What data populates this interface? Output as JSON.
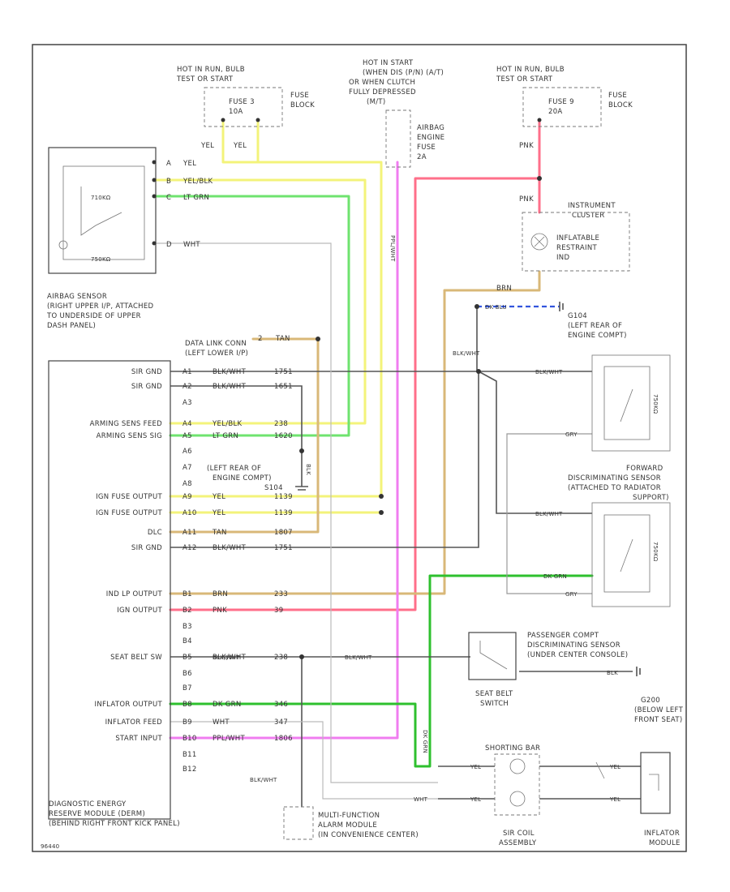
{
  "colors": {
    "yel": "#f3f37a",
    "lt_grn": "#6fe36f",
    "dk_grn": "#2ec02e",
    "pnk": "#ff6f8a",
    "tan": "#d9b878",
    "ppl_wht": "#f07df0",
    "dk_blu": "#3355dd",
    "blk_wht": "#555555",
    "gry": "#999999",
    "wht": "#bbbbbb"
  },
  "fuse_left": {
    "hot": "HOT IN RUN, BULB",
    "test": "TEST OR START",
    "fuse": "FUSE 3",
    "amps": "10A",
    "block1": "FUSE",
    "block2": "BLOCK"
  },
  "fuse_mid": {
    "l1": "HOT IN START",
    "l2": "(WHEN DIS (P/N) (A/T)",
    "l3": "OR WHEN CLUTCH",
    "l4": "FULLY DEPRESSED",
    "l5": "(M/T)",
    "f1": "AIRBAG",
    "f2": "ENGINE",
    "f3": "FUSE",
    "f4": "2A"
  },
  "fuse_right": {
    "hot": "HOT IN RUN, BULB",
    "test": "TEST OR START",
    "fuse": "FUSE 9",
    "amps": "20A",
    "block1": "FUSE",
    "block2": "BLOCK"
  },
  "wire_tags": {
    "yel1": "YEL",
    "yel2": "YEL",
    "pnk": "PNK",
    "pnk2": "PNK",
    "ppl": "PPL/WHT",
    "brn": "BRN",
    "tan": "TAN",
    "blk_wht": "BLK/WHT",
    "dk_blu": "DK BLU",
    "blk_wht2": "BLK/WHT"
  },
  "arming": {
    "p1": "A",
    "p1_wire": "YEL",
    "p2": "B",
    "p2_wire": "YEL/BLK",
    "p3": "C",
    "p3_wire": "LT GRN",
    "p4": "D",
    "p4_wire": "WHT",
    "r1": "710KΩ",
    "r2": "750KΩ",
    "d1": "AIRBAG SENSOR",
    "d2": "(RIGHT UPPER I/P, ATTACHED",
    "d3": "TO UNDERSIDE OF UPPER",
    "d4": "DASH PANEL)"
  },
  "cluster": {
    "t1": "INSTRUMENT",
    "t2": "CLUSTER",
    "l1": "INFLATABLE",
    "l2": "RESTRAINT",
    "l3": "IND"
  },
  "ground_g104": {
    "id": "G104",
    "d1": "(LEFT REAR OF",
    "d2": "ENGINE COMPT)"
  },
  "dlc": {
    "t1": "DATA LINK CONN",
    "t2": "(LEFT LOWER I/P)",
    "pin": "2",
    "wire": "TAN"
  },
  "splice": {
    "id": "S104",
    "wire": "BLK",
    "d1": "(LEFT REAR OF",
    "d2": "ENGINE COMPT)"
  },
  "fwd_sensor": {
    "d1": "FORWARD",
    "d2": "DISCRIMINATING SENSOR",
    "d3": "(ATTACHED TO RADIATOR",
    "d4": "SUPPORT)",
    "w1": "BLK/WHT",
    "w2": "GRY",
    "w3": "BLK/WHT",
    "w4": "DK GRN",
    "w5": "GRY",
    "r1": "750KΩ",
    "r2": "750KΩ"
  },
  "pass_sensor": {
    "d1": "PASSENGER COMPT",
    "d2": "DISCRIMINATING SENSOR",
    "d3": "(UNDER CENTER CONSOLE)",
    "w1": "BLK/WHT",
    "w2": "BLK/WHT",
    "w3": "BLK"
  },
  "seat_belt": {
    "l1": "SEAT BELT",
    "l2": "SWITCH"
  },
  "g200": {
    "id": "G200",
    "d1": "(BELOW LEFT",
    "d2": "FRONT SEAT)"
  },
  "shorting_bar": "SHORTING BAR",
  "sir_coil": {
    "l1": "SIR COIL",
    "l2": "ASSEMBLY"
  },
  "inflator": {
    "l1": "INFLATOR",
    "l2": "MODULE"
  },
  "coil_wires": {
    "w1": "DK GRN",
    "w2": "WHT",
    "w3": "YEL",
    "w4": "YEL",
    "w5": "YEL",
    "w6": "YEL"
  },
  "mfam": {
    "l1": "MULTI-FUNCTION",
    "l2": "ALARM MODULE",
    "l3": "(IN CONVENIENCE CENTER)",
    "wire": "BLK/WHT"
  },
  "derm": {
    "d1": "DIAGNOSTIC ENERGY",
    "d2": "RESERVE MODULE (DERM)",
    "d3": "(BEHIND RIGHT FRONT KICK PANEL)",
    "pins": [
      {
        "name": "SIR GND",
        "pin": "A1",
        "wire": "BLK/WHT",
        "circ": "1751"
      },
      {
        "name": "SIR GND",
        "pin": "A2",
        "wire": "BLK/WHT",
        "circ": "1651"
      },
      {
        "name": "",
        "pin": "A3",
        "wire": "",
        "circ": ""
      },
      {
        "name": "ARMING SENS FEED",
        "pin": "A4",
        "wire": "YEL/BLK",
        "circ": "238"
      },
      {
        "name": "ARMING SENS SIG",
        "pin": "A5",
        "wire": "LT GRN",
        "circ": "1620"
      },
      {
        "name": "",
        "pin": "A6",
        "wire": "",
        "circ": ""
      },
      {
        "name": "",
        "pin": "A7",
        "wire": "",
        "circ": ""
      },
      {
        "name": "",
        "pin": "A8",
        "wire": "",
        "circ": ""
      },
      {
        "name": "IGN FUSE OUTPUT",
        "pin": "A9",
        "wire": "YEL",
        "circ": "1139"
      },
      {
        "name": "IGN FUSE OUTPUT",
        "pin": "A10",
        "wire": "YEL",
        "circ": "1139"
      },
      {
        "name": "DLC",
        "pin": "A11",
        "wire": "TAN",
        "circ": "1807"
      },
      {
        "name": "SIR GND",
        "pin": "A12",
        "wire": "BLK/WHT",
        "circ": "1751"
      },
      {
        "name": "IND LP OUTPUT",
        "pin": "B1",
        "wire": "BRN",
        "circ": "233"
      },
      {
        "name": "IGN OUTPUT",
        "pin": "B2",
        "wire": "PNK",
        "circ": "39"
      },
      {
        "name": "",
        "pin": "B3",
        "wire": "",
        "circ": ""
      },
      {
        "name": "",
        "pin": "B4",
        "wire": "",
        "circ": ""
      },
      {
        "name": "SEAT BELT SW",
        "pin": "B5",
        "wire": "BLK/WHT",
        "circ": "238"
      },
      {
        "name": "",
        "pin": "B6",
        "wire": "",
        "circ": ""
      },
      {
        "name": "",
        "pin": "B7",
        "wire": "",
        "circ": ""
      },
      {
        "name": "INFLATOR OUTPUT",
        "pin": "B8",
        "wire": "DK GRN",
        "circ": "346"
      },
      {
        "name": "INFLATOR FEED",
        "pin": "B9",
        "wire": "WHT",
        "circ": "347"
      },
      {
        "name": "START INPUT",
        "pin": "B10",
        "wire": "PPL/WHT",
        "circ": "1806"
      },
      {
        "name": "",
        "pin": "B11",
        "wire": "",
        "circ": ""
      },
      {
        "name": "",
        "pin": "B12",
        "wire": "",
        "circ": ""
      }
    ]
  },
  "corner_code": "96440"
}
